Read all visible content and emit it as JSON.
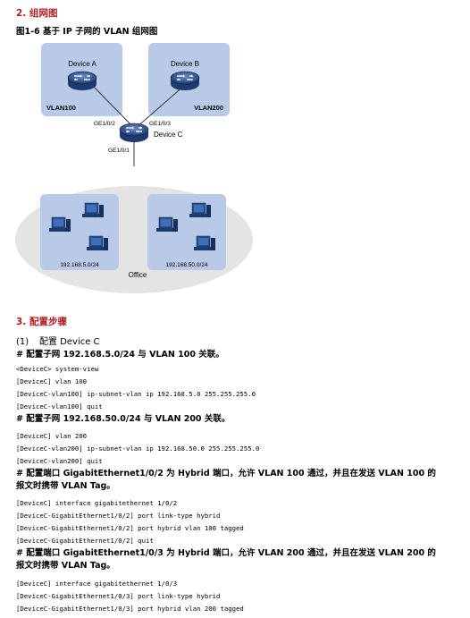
{
  "section2": {
    "title": "2. 组网图"
  },
  "figure": {
    "caption": "图1-6 基于 IP 子网的 VLAN 组网图",
    "device_a": "Device A",
    "device_b": "Device B",
    "device_c": "Device C",
    "vlan_a": "VLAN100",
    "vlan_b": "VLAN200",
    "port_a": "GE1/0/2",
    "port_b": "GE1/0/3",
    "port_c": "GE1/0/1",
    "subnet_left": "192.168.5.0/24",
    "subnet_right": "192.168.50.0/24",
    "office": "Office"
  },
  "section3": {
    "title": "3. 配置步骤",
    "step1_num": "(1)",
    "step1_text": "配置 Device C",
    "blocks": [
      {
        "comment": "# 配置子网 192.168.5.0/24 与 VLAN 100 关联。",
        "lines": [
          "<DeviceC> system-view",
          "[DeviceC] vlan 100",
          "[DeviceC-vlan100] ip-subnet-vlan ip 192.168.5.0 255.255.255.0",
          "[DeviceC-vlan100] quit"
        ]
      },
      {
        "comment": "# 配置子网 192.168.50.0/24 与 VLAN 200 关联。",
        "lines": [
          "[DeviceC] vlan 200",
          "[DeviceC-vlan200] ip-subnet-vlan ip 192.168.50.0 255.255.255.0",
          "[DeviceC-vlan200] quit"
        ]
      },
      {
        "comment": "# 配置端口 GigabitEthernet1/0/2 为 Hybrid 端口，允许 VLAN 100 通过，并且在发送 VLAN 100 的报文时携带 VLAN Tag。",
        "lines": [
          "[DeviceC] interface gigabitethernet 1/0/2",
          "[DeviceC-GigabitEthernet1/0/2] port link-type hybrid",
          "[DeviceC-GigabitEthernet1/0/2] port hybrid vlan 100 tagged",
          "[DeviceC-GigabitEthernet1/0/2] quit"
        ]
      },
      {
        "comment": "# 配置端口 GigabitEthernet1/0/3 为 Hybrid 端口，允许 VLAN 200 通过，并且在发送 VLAN 200 的报文时携带 VLAN Tag。",
        "lines": [
          "[DeviceC] interface gigabitethernet 1/0/3",
          "[DeviceC-GigabitEthernet1/0/3] port link-type hybrid",
          "[DeviceC-GigabitEthernet1/0/3] port hybrid vlan 200 tagged"
        ]
      }
    ]
  },
  "colors": {
    "heading": "#b11f24",
    "vlan_box": "#b9c9e8",
    "office_ellipse": "#e4e4e4",
    "pc": "#1d3a6e"
  }
}
